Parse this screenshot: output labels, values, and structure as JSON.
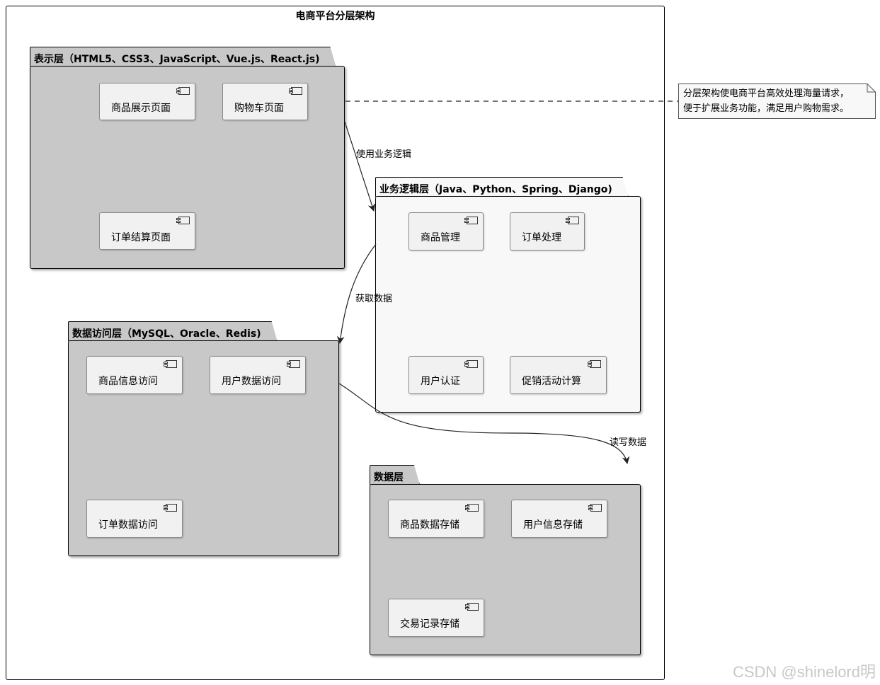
{
  "diagram": {
    "title": "电商平台分层架构",
    "layers": {
      "presentation": {
        "label": "表示层（HTML5、CSS3、JavaScript、Vue.js、React.js)",
        "components": [
          "商品展示页面",
          "购物车页面",
          "订单结算页面"
        ]
      },
      "business": {
        "label": "业务逻辑层（Java、Python、Spring、Django)",
        "components": [
          "商品管理",
          "订单处理",
          "用户认证",
          "促销活动计算"
        ]
      },
      "data_access": {
        "label": "数据访问层（MySQL、Oracle、Redis)",
        "components": [
          "商品信息访问",
          "用户数据访问",
          "订单数据访问"
        ]
      },
      "data": {
        "label": "数据层",
        "components": [
          "商品数据存储",
          "用户信息存储",
          "交易记录存储"
        ]
      }
    },
    "edges": {
      "presentation_to_business": "使用业务逻辑",
      "business_to_data_access": "获取数据",
      "data_access_to_data": "读写数据"
    },
    "note": {
      "line1": "分层架构使电商平台高效处理海量请求，",
      "line2": "便于扩展业务功能，满足用户购物需求。"
    },
    "colors": {
      "dark_package": "#c8c8c8",
      "light_package": "#f8f8f8",
      "component": "#f1f1f1"
    }
  },
  "watermark": "CSDN @shinelord明"
}
